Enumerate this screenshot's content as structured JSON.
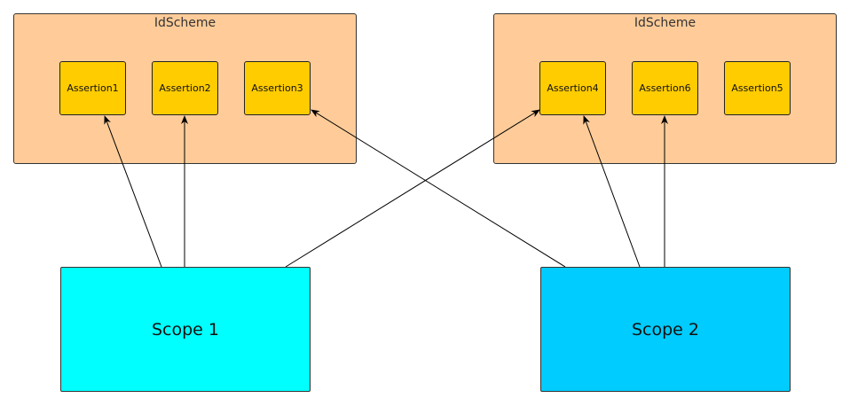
{
  "schemes": [
    {
      "id": "left",
      "title": "IdScheme",
      "assertions": [
        "Assertion1",
        "Assertion2",
        "Assertion3"
      ]
    },
    {
      "id": "right",
      "title": "IdScheme",
      "assertions": [
        "Assertion4",
        "Assertion6",
        "Assertion5"
      ]
    }
  ],
  "scopes": [
    {
      "label": "Scope 1",
      "color": "#00ffff"
    },
    {
      "label": "Scope 2",
      "color": "#00ccff"
    }
  ],
  "links": [
    {
      "from": "Scope 1",
      "to": "Assertion1"
    },
    {
      "from": "Scope 1",
      "to": "Assertion2"
    },
    {
      "from": "Scope 1",
      "to": "Assertion4"
    },
    {
      "from": "Scope 2",
      "to": "Assertion3"
    },
    {
      "from": "Scope 2",
      "to": "Assertion4"
    },
    {
      "from": "Scope 2",
      "to": "Assertion6"
    }
  ],
  "colors": {
    "scheme_fill": "#ffcc99",
    "assertion_fill": "#ffcc00",
    "line": "#000000"
  }
}
